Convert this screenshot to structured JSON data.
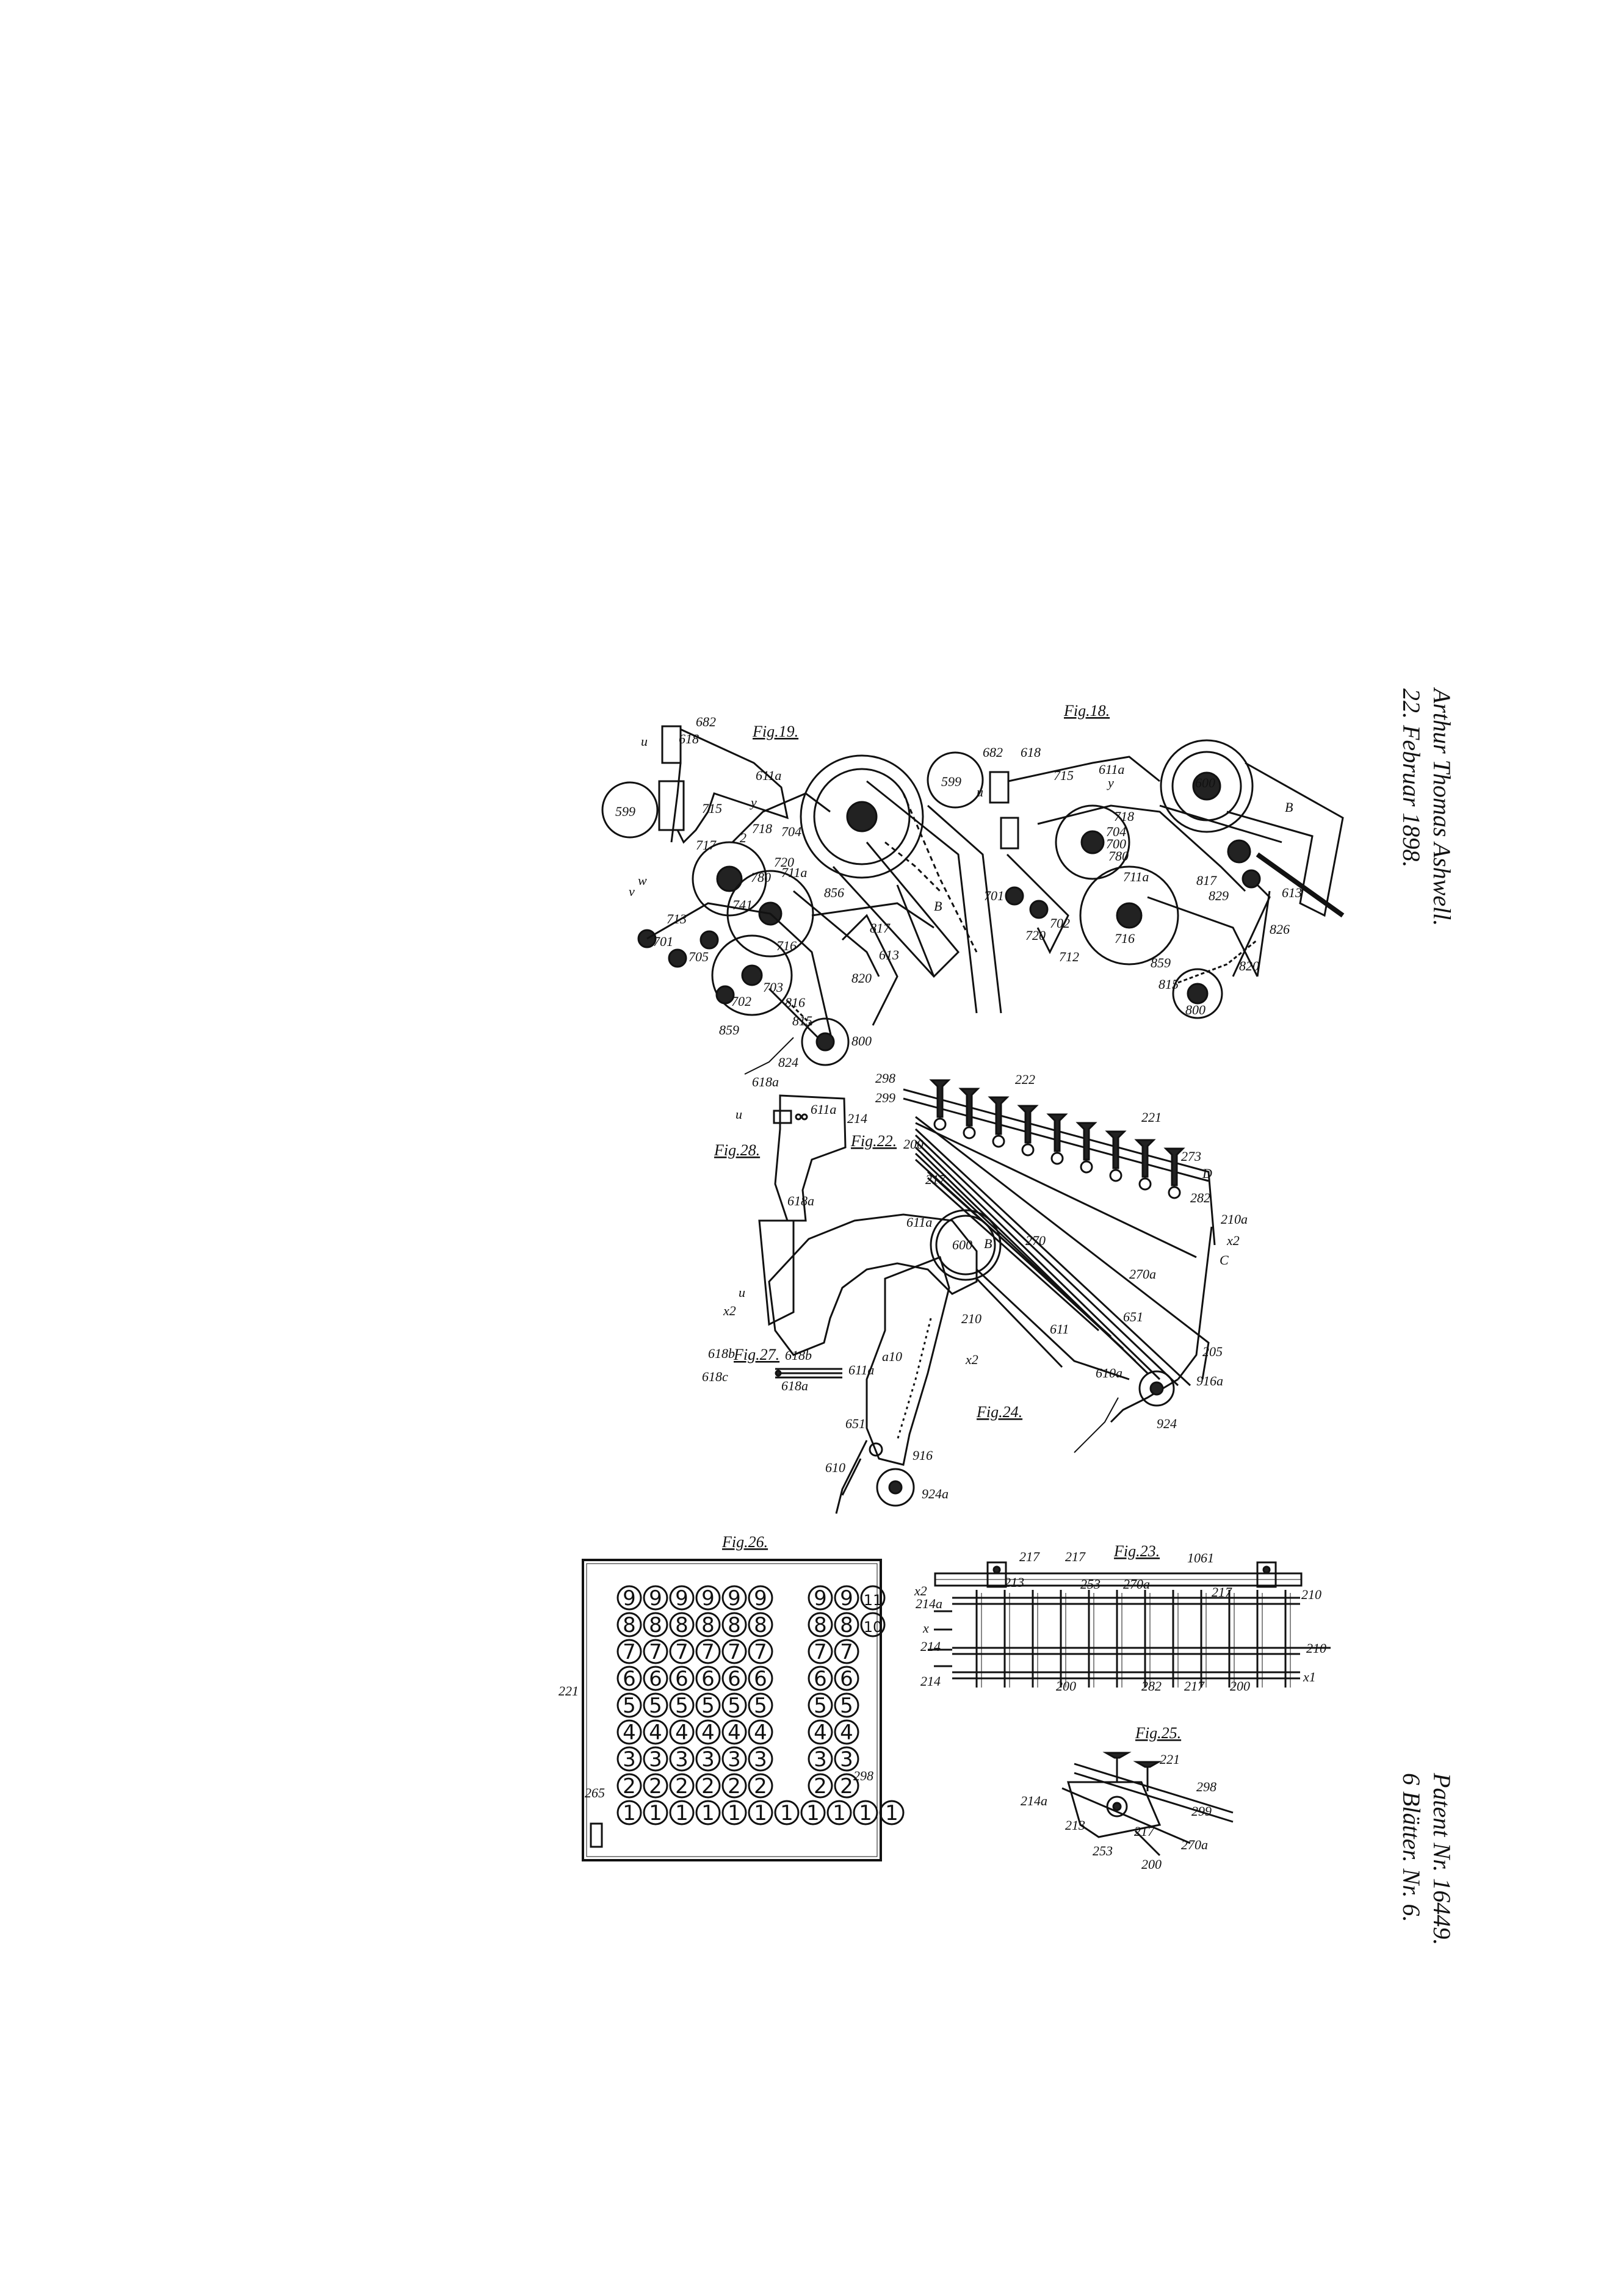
{
  "header": {
    "inventor": "Arthur Thomas Ashwell.",
    "date": "22. Februar 1898."
  },
  "footer": {
    "patent": "Patent Nr. 16449.",
    "sheets": "6 Blätter. Nr. 6."
  },
  "figures": {
    "fig19": "Fig.19.",
    "fig18": "Fig.18.",
    "fig28": "Fig.28.",
    "fig22": "Fig.22.",
    "fig27": "Fig.27.",
    "fig24": "Fig.24.",
    "fig26": "Fig.26.",
    "fig23": "Fig.23.",
    "fig25": "Fig.25."
  },
  "fig19_labels": [
    "682",
    "618",
    "u",
    "611a",
    "599",
    "715",
    "y",
    "718",
    "704",
    "717",
    "2",
    "720",
    "780",
    "711a",
    "856",
    "v",
    "w",
    "713",
    "741",
    "701",
    "705",
    "702",
    "716",
    "703",
    "817",
    "613",
    "820",
    "815",
    "816",
    "800",
    "859",
    "824",
    "B"
  ],
  "fig18_labels": [
    "599",
    "682",
    "618",
    "611a",
    "715",
    "y",
    "718",
    "704",
    "700",
    "780",
    "711a",
    "600",
    "B",
    "817",
    "829",
    "826",
    "613",
    "820",
    "800",
    "815",
    "859",
    "712",
    "716",
    "702",
    "701",
    "720",
    "u"
  ],
  "fig22_labels": [
    "298",
    "299",
    "222",
    "221",
    "214",
    "200",
    "217",
    "273",
    "D",
    "282",
    "210a",
    "x2",
    "C",
    "270",
    "270a",
    "611",
    "651",
    "610a",
    "205",
    "916a",
    "924",
    "600",
    "B",
    "611a",
    "618a",
    "u",
    "x2"
  ],
  "fig28_labels": [
    "618a",
    "u",
    "611a"
  ],
  "fig27_labels": [
    "618b",
    "618b",
    "618c",
    "618a",
    "611a"
  ],
  "fig24_labels": [
    "a10",
    "210",
    "x2",
    "651",
    "610",
    "916",
    "924a"
  ],
  "fig23_labels": [
    "213",
    "217",
    "217",
    "1061",
    "x2",
    "253",
    "270a",
    "217",
    "210",
    "214a",
    "x",
    "214",
    "214",
    "200",
    "282",
    "217",
    "200",
    "210",
    "x1"
  ],
  "fig25_labels": [
    "221",
    "298",
    "299",
    "214a",
    "213",
    "253",
    "217",
    "270a",
    "200"
  ],
  "fig26": {
    "rows": [
      {
        "left": [
          "9",
          "9",
          "9",
          "9",
          "9",
          "9"
        ],
        "right": [
          "9",
          "9",
          "11"
        ]
      },
      {
        "left": [
          "8",
          "8",
          "8",
          "8",
          "8",
          "8"
        ],
        "right": [
          "8",
          "8",
          "10"
        ]
      },
      {
        "left": [
          "7",
          "7",
          "7",
          "7",
          "7",
          "7"
        ],
        "right": [
          "7",
          "7"
        ]
      },
      {
        "left": [
          "6",
          "6",
          "6",
          "6",
          "6",
          "6"
        ],
        "right": [
          "6",
          "6"
        ]
      },
      {
        "left": [
          "5",
          "5",
          "5",
          "5",
          "5",
          "5"
        ],
        "right": [
          "5",
          "5"
        ]
      },
      {
        "left": [
          "4",
          "4",
          "4",
          "4",
          "4",
          "4"
        ],
        "right": [
          "4",
          "4"
        ]
      },
      {
        "left": [
          "3",
          "3",
          "3",
          "3",
          "3",
          "3"
        ],
        "right": [
          "3",
          "3"
        ]
      },
      {
        "left": [
          "2",
          "2",
          "2",
          "2",
          "2",
          "2"
        ],
        "right": [
          "2",
          "2"
        ]
      },
      {
        "left": [
          "1",
          "1",
          "1",
          "1",
          "1",
          "1"
        ],
        "right": [
          "1",
          "1",
          "1",
          "1",
          "1"
        ]
      }
    ],
    "label_221": "221",
    "label_265": "265",
    "label_298": "298"
  }
}
